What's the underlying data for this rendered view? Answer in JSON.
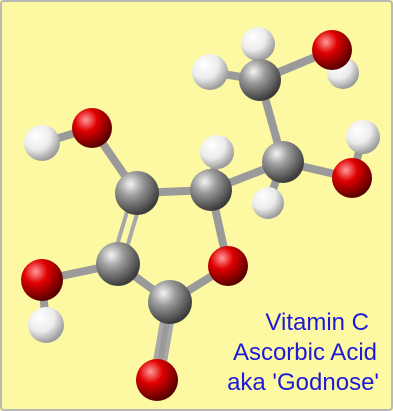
{
  "caption": {
    "line1": "Vitamin C",
    "line2": "Ascorbic Acid",
    "line3": "aka 'Godnose'"
  },
  "colors": {
    "background": "#fdf8a2",
    "caption_text": "#1c1cd6",
    "carbon": "#8a8a8a",
    "oxygen": "#e00000",
    "hydrogen": "#f2f2f2",
    "bond": "#9a9a9a"
  }
}
